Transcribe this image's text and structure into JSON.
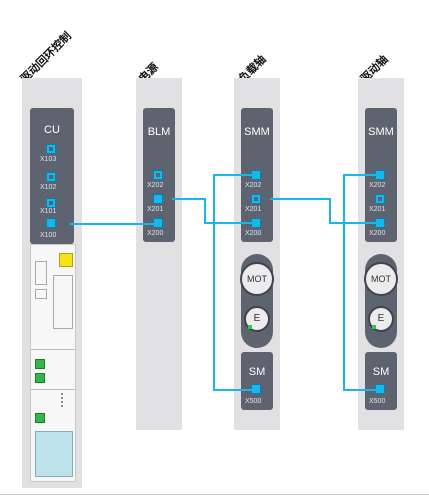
{
  "columns": {
    "cu_title": "驱动回环控制",
    "blm_title": "电源",
    "load_title": "负载轴",
    "drive_title": "驱动轴"
  },
  "modules": {
    "cu": {
      "label": "CU",
      "ports": [
        "X103",
        "X102",
        "X101",
        "X100"
      ]
    },
    "blm": {
      "label": "BLM",
      "ports": [
        "X202",
        "X201",
        "X200"
      ]
    },
    "smm1": {
      "label": "SMM",
      "ports": [
        "X202",
        "X201",
        "X200"
      ]
    },
    "smm2": {
      "label": "SMM",
      "ports": [
        "X202",
        "X201",
        "X200"
      ]
    },
    "mot1": {
      "label": "MOT",
      "encoder": "E"
    },
    "mot2": {
      "label": "MOT",
      "encoder": "E"
    },
    "sm1": {
      "label": "SM",
      "port": "X500"
    },
    "sm2": {
      "label": "SM",
      "port": "X500"
    }
  },
  "colors": {
    "cable": "#17b7ea",
    "module": "#5d6470",
    "rail": "#e1e1e4"
  }
}
